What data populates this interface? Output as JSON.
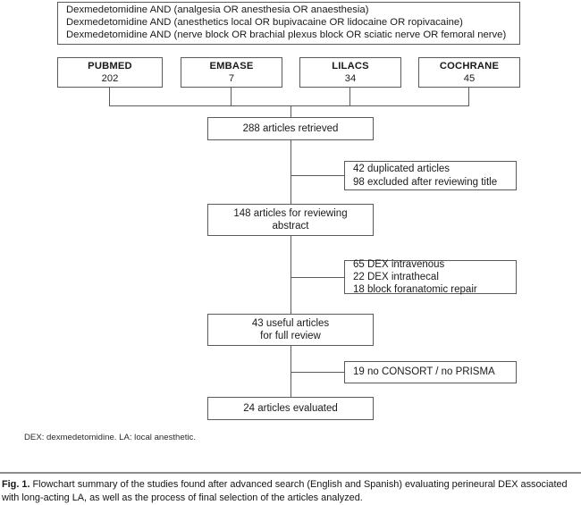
{
  "figure": {
    "search_box": {
      "queries": [
        "Dexmedetomidine AND (analgesia OR anesthesia OR anaesthesia)",
        "Dexmedetomidine AND (anesthetics local OR bupivacaine OR lidocaine OR ropivacaine)",
        "Dexmedetomidine AND (nerve block OR brachial plexus block OR sciatic nerve OR femoral nerve)"
      ]
    },
    "databases": [
      {
        "name": "PUBMED",
        "count": "202"
      },
      {
        "name": "EMBASE",
        "count": "7"
      },
      {
        "name": "LILACS",
        "count": "34"
      },
      {
        "name": "COCHRANE",
        "count": "45"
      }
    ],
    "flow": {
      "retrieved": {
        "lines": [
          "288 articles retrieved"
        ]
      },
      "abstract": {
        "lines": [
          "148 articles for reviewing",
          "abstract"
        ]
      },
      "full_review": {
        "lines": [
          "43 useful articles",
          "for full review"
        ]
      },
      "evaluated": {
        "lines": [
          "24 articles evaluated"
        ]
      }
    },
    "exclusions": {
      "duplicates": {
        "lines": [
          "42 duplicated articles",
          "98 excluded after reviewing title"
        ]
      },
      "dex": {
        "lines": [
          "65 DEX intravenous",
          "22 DEX intrathecal",
          "18 block foranatomic repair"
        ]
      },
      "consort": {
        "lines": [
          "19 no CONSORT / no PRISMA"
        ]
      }
    },
    "footnote": "DEX: dexmedetomidine. LA: local anesthetic."
  },
  "caption": {
    "label": "Fig. 1.",
    "text": "Flowchart summary of the studies found after advanced search (English and Spanish) evaluating perineural DEX associated with long-acting LA, as well as the process of final selection of the articles analyzed."
  },
  "colors": {
    "box_border": "#5a5a5a",
    "connector": "#5a5a5a",
    "text": "#1a1a1a",
    "rule": "#8c8c8c",
    "background": "#ffffff"
  }
}
